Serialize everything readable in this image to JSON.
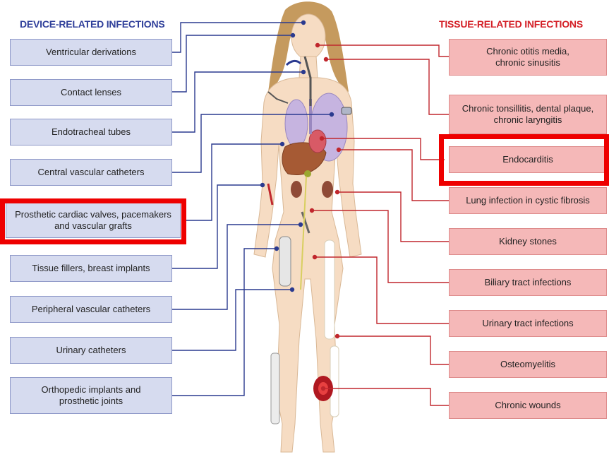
{
  "headings": {
    "device": "DEVICE-RELATED INFECTIONS",
    "tissue": "TISSUE-RELATED INFECTIONS"
  },
  "device_items": [
    "Ventricular derivations",
    "Contact lenses",
    "Endotracheal tubes",
    "Central vascular catheters",
    "Prosthetic cardiac valves, pacemakers and vascular grafts",
    "Tissue fillers, breast implants",
    "Peripheral vascular catheters",
    "Urinary catheters",
    "Orthopedic implants and prosthetic joints"
  ],
  "tissue_items": [
    "Chronic otitis media, chronic sinusitis",
    "Chronic tonsillitis, dental plaque, chronic laryngitis",
    "Endocarditis",
    "Lung infection in cystic fibrosis",
    "Kidney stones",
    "Biliary tract infections",
    "Urinary tract infections",
    "Osteomyelitis",
    "Chronic wounds"
  ],
  "highlighted": [
    "Prosthetic cardiac valves, pacemakers and vascular grafts",
    "Endocarditis"
  ],
  "colors": {
    "device_heading": "#2f3f9a",
    "tissue_heading": "#d42027",
    "device_box": "#d6dbef",
    "tissue_box": "#f5b8b8",
    "device_line": "#2a3a8f",
    "tissue_line": "#c0272d",
    "highlight": "#ee0000",
    "skin": "#f6dcc3",
    "hair": "#c59a5e"
  }
}
